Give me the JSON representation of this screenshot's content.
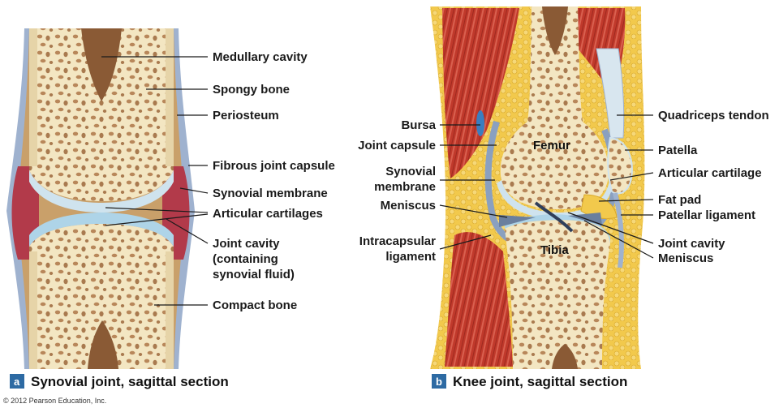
{
  "panel_a": {
    "letter": "a",
    "caption": "Synovial joint, sagittal section",
    "labels": {
      "medullary_cavity": "Medullary cavity",
      "spongy_bone": "Spongy bone",
      "periosteum": "Periosteum",
      "fibrous_joint_capsule": "Fibrous joint capsule",
      "synovial_membrane": "Synovial membrane",
      "articular_cartilages": "Articular cartilages",
      "joint_cavity_1": "Joint cavity",
      "joint_cavity_2": "(containing",
      "joint_cavity_3": "synovial fluid)",
      "compact_bone": "Compact bone"
    }
  },
  "panel_b": {
    "letter": "b",
    "caption": "Knee joint, sagittal section",
    "bones": {
      "femur": "Femur",
      "tibia": "Tibia"
    },
    "labels": {
      "bursa": "Bursa",
      "joint_capsule": "Joint capsule",
      "synovial_membrane_1": "Synovial",
      "synovial_membrane_2": "membrane",
      "meniscus_left": "Meniscus",
      "intracapsular_1": "Intracapsular",
      "intracapsular_2": "ligament",
      "quadriceps_tendon": "Quadriceps tendon",
      "patella": "Patella",
      "articular_cartilage": "Articular cartilage",
      "fat_pad": "Fat pad",
      "patellar_ligament": "Patellar ligament",
      "joint_cavity": "Joint cavity",
      "meniscus_right": "Meniscus"
    }
  },
  "copyright": "© 2012 Pearson Education, Inc.",
  "colors": {
    "bone": "#f3e6c2",
    "spongy_hole": "#b8875a",
    "marrow": "#8a5a35",
    "periosteum": "#c9a06a",
    "capsule": "#9fb2cf",
    "synovial": "#b23a4a",
    "cartilage": "#cfe3ee",
    "muscle": "#c0392b",
    "fat": "#f2c94c",
    "badge": "#2d6aa3"
  }
}
